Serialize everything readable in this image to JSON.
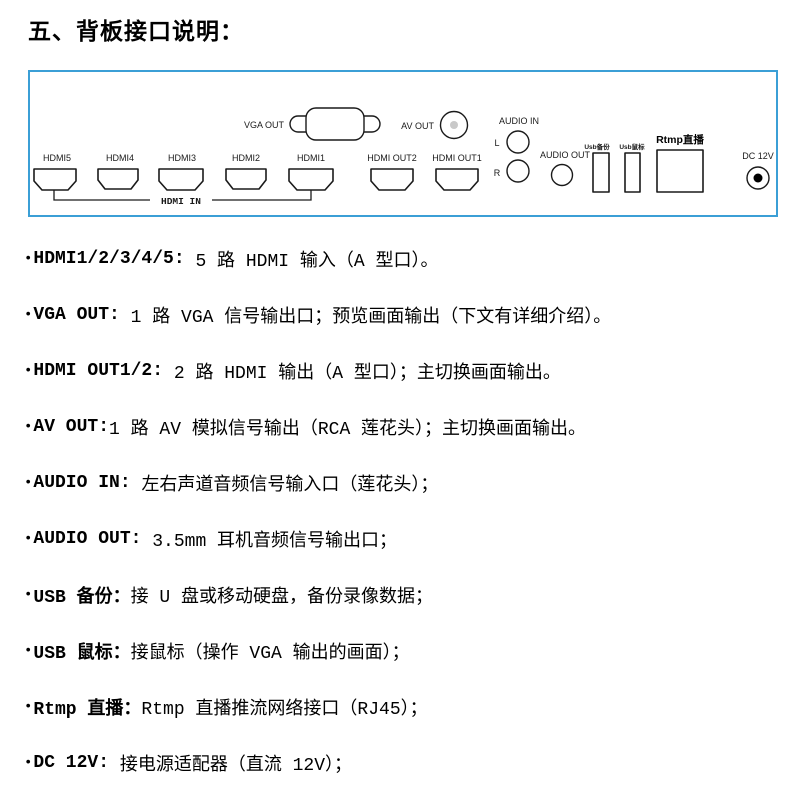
{
  "title": "五、背板接口说明：",
  "diagram": {
    "border_color": "#3b9fd6",
    "hdmi5": "HDMI5",
    "hdmi4": "HDMI4",
    "hdmi3": "HDMI3",
    "hdmi2": "HDMI2",
    "hdmi1": "HDMI1",
    "hdmi_out2": "HDMI OUT2",
    "hdmi_out1": "HDMI OUT1",
    "hdmi_in": "HDMI IN",
    "vga_out": "VGA OUT",
    "av_out": "AV OUT",
    "audio_in": "AUDIO IN",
    "audio_l": "L",
    "audio_r": "R",
    "audio_out": "AUDIO OUT",
    "usb_backup": "Usb备份",
    "usb_mouse": "Usb鼠标",
    "rtmp": "Rtmp直播",
    "dc": "DC 12V"
  },
  "list": {
    "bullet": "•",
    "items": [
      {
        "label": "HDMI1/2/3/4/5: ",
        "text": "5 路 HDMI 输入（A 型口）。"
      },
      {
        "label": "VGA OUT: ",
        "text": "1 路 VGA 信号输出口；预览画面输出（下文有详细介绍）。"
      },
      {
        "label": "HDMI OUT1/2: ",
        "text": "2 路 HDMI 输出（A 型口）；主切换画面输出。"
      },
      {
        "label": "AV OUT:",
        "text": "1 路 AV 模拟信号输出（RCA 莲花头）；主切换画面输出。"
      },
      {
        "label": "AUDIO IN: ",
        "text": "左右声道音频信号输入口（莲花头）；"
      },
      {
        "label": "AUDIO OUT: ",
        "text": "3.5mm 耳机音频信号输出口；"
      },
      {
        "label": "USB 备份：",
        "text": "接 U 盘或移动硬盘，备份录像数据；"
      },
      {
        "label": "USB 鼠标：",
        "text": "接鼠标（操作 VGA 输出的画面）；"
      },
      {
        "label": "Rtmp 直播：",
        "text": "Rtmp 直播推流网络接口（RJ45）；"
      },
      {
        "label": "DC 12V: ",
        "text": "接电源适配器（直流 12V）；"
      }
    ]
  }
}
